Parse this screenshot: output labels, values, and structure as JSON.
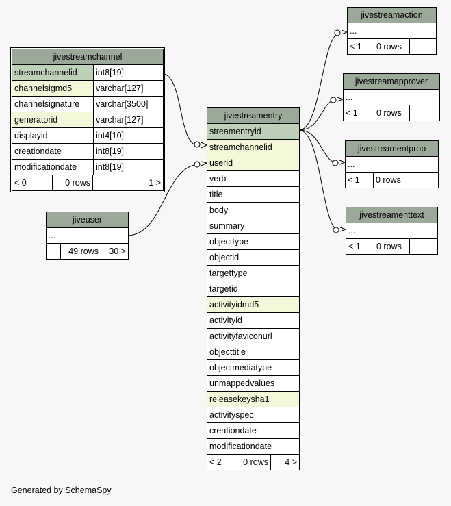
{
  "tables": {
    "jivestreamchannel": {
      "name": "jivestreamchannel",
      "columns": [
        {
          "name": "streamchannelid",
          "type": "int8[19]"
        },
        {
          "name": "channelsigmd5",
          "type": "varchar[127]"
        },
        {
          "name": "channelsignature",
          "type": "varchar[3500]"
        },
        {
          "name": "generatorid",
          "type": "varchar[127]"
        },
        {
          "name": "displayid",
          "type": "int4[10]"
        },
        {
          "name": "creationdate",
          "type": "int8[19]"
        },
        {
          "name": "modificationdate",
          "type": "int8[19]"
        }
      ],
      "footer": {
        "parents": "< 0",
        "rows": "0 rows",
        "children": "1 >"
      }
    },
    "jiveuser": {
      "name": "jiveuser",
      "columns": [
        {
          "name": "..."
        }
      ],
      "footer": {
        "parents": "",
        "rows": "49 rows",
        "children": "30 >"
      }
    },
    "jivestreamentry": {
      "name": "jivestreamentry",
      "columns": [
        {
          "name": "streamentryid"
        },
        {
          "name": "streamchannelid"
        },
        {
          "name": "userid"
        },
        {
          "name": "verb"
        },
        {
          "name": "title"
        },
        {
          "name": "body"
        },
        {
          "name": "summary"
        },
        {
          "name": "objecttype"
        },
        {
          "name": "objectid"
        },
        {
          "name": "targettype"
        },
        {
          "name": "targetid"
        },
        {
          "name": "activityidmd5"
        },
        {
          "name": "activityid"
        },
        {
          "name": "activityfaviconurl"
        },
        {
          "name": "objecttitle"
        },
        {
          "name": "objectmediatype"
        },
        {
          "name": "unmappedvalues"
        },
        {
          "name": "releasekeysha1"
        },
        {
          "name": "activityspec"
        },
        {
          "name": "creationdate"
        },
        {
          "name": "modificationdate"
        }
      ],
      "footer": {
        "parents": "< 2",
        "rows": "0 rows",
        "children": "4 >"
      }
    },
    "jivestreamaction": {
      "name": "jivestreamaction",
      "columns": [
        {
          "name": "..."
        }
      ],
      "footer": {
        "parents": "< 1",
        "rows": "0 rows",
        "children": ""
      }
    },
    "jivestreamapprover": {
      "name": "jivestreamapprover",
      "columns": [
        {
          "name": "..."
        }
      ],
      "footer": {
        "parents": "< 1",
        "rows": "0 rows",
        "children": ""
      }
    },
    "jivestreamentprop": {
      "name": "jivestreamentprop",
      "columns": [
        {
          "name": "..."
        }
      ],
      "footer": {
        "parents": "< 1",
        "rows": "0 rows",
        "children": ""
      }
    },
    "jivestreamenttext": {
      "name": "jivestreamenttext",
      "columns": [
        {
          "name": "..."
        }
      ],
      "footer": {
        "parents": "< 1",
        "rows": "0 rows",
        "children": ""
      }
    }
  },
  "generated_by": "Generated by SchemaSpy",
  "colors": {
    "header": "#9baa98",
    "primary_key": "#bed1b8",
    "indexed": "#f4f7da",
    "background": "#f7f7f7"
  }
}
